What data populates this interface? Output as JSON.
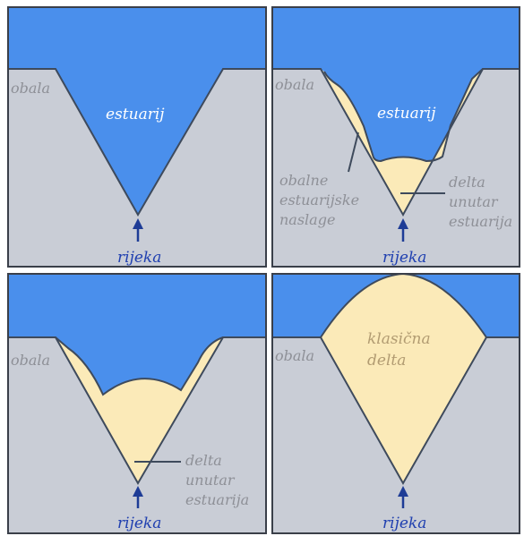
{
  "colors": {
    "water": "#4a8fec",
    "land": "#c9cdd6",
    "sediment": "#fbeab8",
    "outline": "#3e4a5c",
    "border": "#3a3f49",
    "label_grey": "#8e9097",
    "label_white": "#ffffff",
    "label_blue": "#2040b0",
    "label_tan": "#b29c72",
    "arrow": "#1e3c96"
  },
  "panels": [
    {
      "id": "top-left",
      "labels": {
        "obala": "obala",
        "estuarij": "estuarij",
        "rijeka": "rijeka"
      }
    },
    {
      "id": "top-right",
      "labels": {
        "obala": "obala",
        "estuarij": "estuarij",
        "obalne_1": "obalne",
        "obalne_2": "estuarijske",
        "obalne_3": "naslage",
        "delta_1": "delta",
        "delta_2": "unutar",
        "delta_3": "estuarija",
        "rijeka": "rijeka"
      }
    },
    {
      "id": "bottom-left",
      "labels": {
        "obala": "obala",
        "delta_1": "delta",
        "delta_2": "unutar",
        "delta_3": "estuarija",
        "rijeka": "rijeka"
      }
    },
    {
      "id": "bottom-right",
      "labels": {
        "obala": "obala",
        "klasicna_1": "klasična",
        "klasicna_2": "delta",
        "rijeka": "rijeka"
      }
    }
  ]
}
